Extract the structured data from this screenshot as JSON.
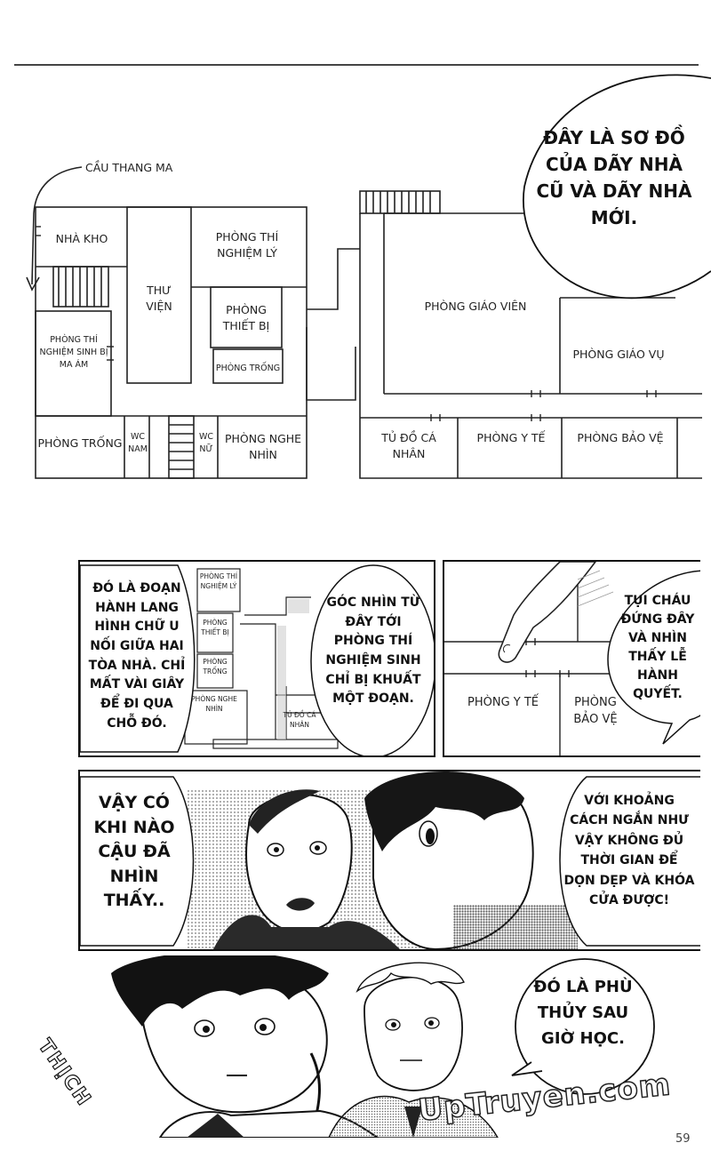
{
  "floor_plan": {
    "stair_caption": "CẦU THANG MA",
    "rooms_old": {
      "nha_kho": "NHÀ KHO",
      "thu_vien": "THƯ VIỆN",
      "thi_nghiem_ly": "PHÒNG THÍ NGHIỆM LÝ",
      "thiet_bi": "PHÒNG THIẾT BỊ",
      "phong_trong_small": "PHÒNG TRỐNG",
      "sinh": "PHÒNG THÍ NGHIỆM SINH BỊ MA ÁM",
      "phong_trong": "PHÒNG TRỐNG",
      "wc_nam": "WC NAM",
      "wc_nu": "WC NỮ",
      "nghe_nhin": "PHÒNG NGHE NHÌN"
    },
    "rooms_new": {
      "giao_vien": "PHÒNG GIÁO VIÊN",
      "giao_vu": "PHÒNG GIÁO VỤ",
      "tu_do": "TỦ ĐỒ CÁ NHÂN",
      "y_te": "PHÒNG Y TẾ",
      "bao_ve": "PHÒNG BẢO VỆ"
    },
    "bubble": "ĐÂY LÀ SƠ ĐỒ CỦA DÃY NHÀ CŨ VÀ DÃY NHÀ MỚI."
  },
  "panel2": {
    "narration": "ĐÓ LÀ ĐOẠN HÀNH LANG HÌNH CHỮ U NỐI GIỮA HAI TÒA NHÀ. CHỈ MẤT VÀI GIÂY ĐỂ ĐI QUA CHỖ ĐÓ.",
    "map_labels": {
      "thi_nghiem_ly": "PHÒNG THÍ NGHIỆM LÝ",
      "thiet_bi": "PHÒNG THIẾT BỊ",
      "trong": "PHÒNG TRỐNG",
      "nghe_nhin": "PHÒNG NGHE NHÌN",
      "tu_do": "TỦ ĐỒ CÁ NHÂN"
    },
    "bubble": "GÓC NHÌN TỪ ĐÂY TỚI PHÒNG THÍ NGHIỆM SINH CHỈ BỊ KHUẤT MỘT ĐOẠN."
  },
  "panel3": {
    "labels": {
      "y_te": "PHÒNG Y TẾ",
      "bao_ve": "PHÒNG BẢO VỆ"
    },
    "bubble": "TỤI CHÁU ĐỨNG ĐÂY VÀ NHÌN THẤY LỄ HÀNH QUYẾT."
  },
  "panel4": {
    "bubble_left": "VẬY CÓ KHI NÀO CẬU ĐÃ NHÌN THẤY..",
    "bubble_right": "VỚI KHOẢNG CÁCH NGẮN NHƯ VẬY KHÔNG ĐỦ THỜI GIAN ĐỂ DỌN DẸP VÀ KHÓA CỬA ĐƯỢC!"
  },
  "panel5": {
    "sfx": "THỊCH",
    "bubble": "ĐÓ LÀ PHÙ THỦY SAU GIỜ HỌC.",
    "watermark": "UpTruyen.com"
  },
  "page_number": "59"
}
